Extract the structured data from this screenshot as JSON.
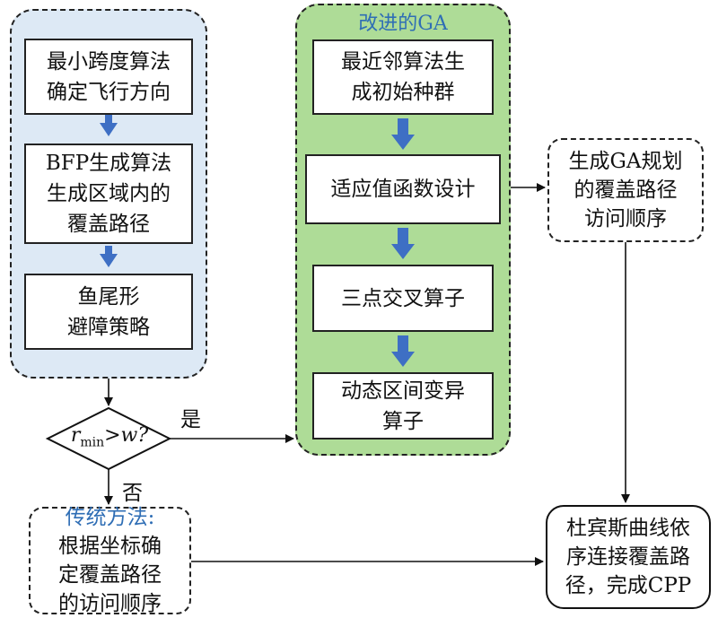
{
  "left_panel": {
    "box1": "最小跨度算法\n确定飞行方向",
    "box2": "BFP生成算法\n生成区域内的\n覆盖路径",
    "box3": "鱼尾形\n避障策略"
  },
  "decision": {
    "r": "r",
    "sub": "min",
    "rest": ">w?",
    "yes": "是",
    "no": "否"
  },
  "ga_panel": {
    "title": "改进的GA",
    "box1": "最近邻算法生\n成初始种群",
    "box2": "适应值函数设计",
    "box3": "三点交叉算子",
    "box4": "动态区间变异\n算子"
  },
  "ga_output": "生成GA规划\n的覆盖路径\n访问顺序",
  "traditional": {
    "title": "传统方法:",
    "body": "根据坐标确\n定覆盖路径\n的访问顺序"
  },
  "final": "杜宾斯曲线依\n序连接覆盖路\n径，完成CPP",
  "colors": {
    "blue_panel": "#dde9f5",
    "green_panel": "#aedc97",
    "arrow_blue": "#3e6fc4",
    "title_blue": "#2f6eb5"
  }
}
